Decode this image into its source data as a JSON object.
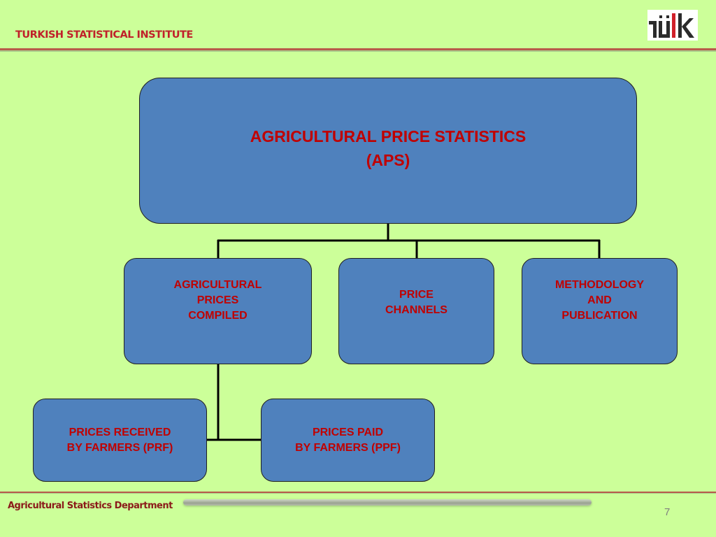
{
  "header": {
    "title": "TURKISH STATISTICAL INSTITUTE",
    "logo_text": "TÜİK"
  },
  "diagram": {
    "root": {
      "label": "AGRICULTURAL PRICE STATISTICS\n(APS)"
    },
    "level2": [
      {
        "label": "AGRICULTURAL\nPRICES\nCOMPILED"
      },
      {
        "label": "PRICE\nCHANNELS"
      },
      {
        "label": "METHODOLOGY\nAND\nPUBLICATION"
      }
    ],
    "level3": [
      {
        "label": "PRICES RECEIVED\nBY FARMERS (PRF)"
      },
      {
        "label": "PRICES PAID\nBY FARMERS (PPF)"
      }
    ]
  },
  "footer": {
    "department": "Agricultural Statistics Department",
    "page_number": "7"
  },
  "colors": {
    "background": "#ccff99",
    "box_fill": "#4f81bd",
    "text_red": "#c00000",
    "header_red": "#c0202a",
    "logo_dark": "#2b2b2b",
    "logo_red": "#d0202a"
  }
}
